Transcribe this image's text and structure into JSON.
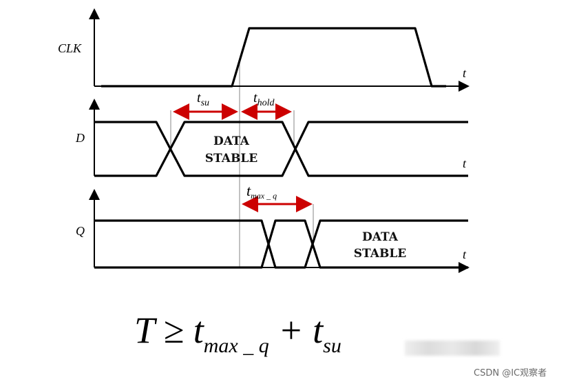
{
  "signals": {
    "clk": "CLK",
    "d": "D",
    "q": "Q",
    "time_axis": "t"
  },
  "timing": {
    "t_main": "t",
    "su": "su",
    "hold": "hold",
    "max_q": "max _ q"
  },
  "d_box": {
    "line1": "DATA",
    "line2": "STABLE"
  },
  "q_box": {
    "line1": "DATA",
    "line2": "STABLE"
  },
  "formula": {
    "T": "T",
    "ge": "≥",
    "t1": "t",
    "sub1": "max _ q",
    "plus": "+",
    "t2": "t",
    "sub2": "su"
  },
  "watermark": "CSDN @IC观察者",
  "colors": {
    "line": "#000000",
    "arrow": "#cc0000",
    "guide": "#a0a0a0"
  }
}
